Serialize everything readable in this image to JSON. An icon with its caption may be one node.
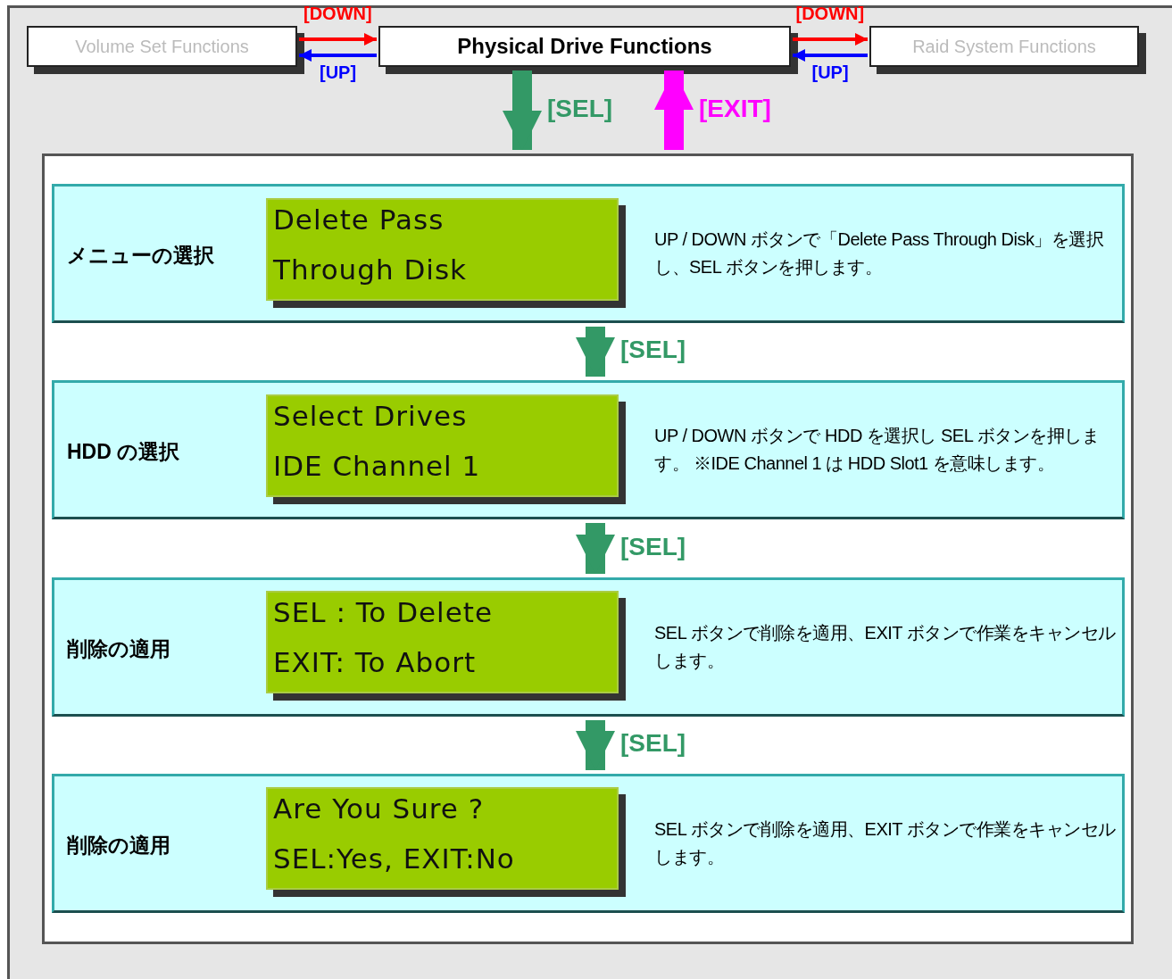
{
  "diagram": {
    "nodes": [
      {
        "text": [
          "Volume Set Functions"
        ]
      },
      {
        "text": [
          "Physical Drive Functions"
        ]
      },
      {
        "text": [
          "Raid System Functions"
        ]
      },
      {
        "text": [],
        "shape": "box"
      },
      {
        "text": [
          "メニューの選択",
          "UP / DOWN ボタンで「Delete Pass Through Disk」を選択し、SEL ボタンを押します。"
        ],
        "in": 3
      },
      {
        "text": [
          "Delete Pass",
          "Through Disk"
        ],
        "in": 4
      },
      {
        "text": [
          "HDD の選択",
          "UP / DOWN ボタンで HDD を選択し SEL ボタンを押します。 ※IDE Channel 1 は HDD Slot1 を意味します。"
        ],
        "in": 3
      },
      {
        "text": [
          "Select Drives",
          "IDE Channel 1"
        ],
        "in": 6
      },
      {
        "text": [
          "削除の適用",
          "SEL ボタンで削除を適用、EXIT ボタンで作業をキャンセルします。"
        ],
        "in": 3
      },
      {
        "text": [
          "SEL : To Delete",
          "EXIT: To Abort"
        ],
        "in": 8
      },
      {
        "text": [
          "削除の適用",
          "SEL ボタンで削除を適用、EXIT ボタンで作業をキャンセルします。"
        ],
        "in": 3
      },
      {
        "text": [
          "Are You Sure ?",
          "SEL:Yes, EXIT:No"
        ],
        "in": 10
      }
    ],
    "edges": [
      {
        "from": 0,
        "to": 1,
        "arrow": "to",
        "label": "[DOWN]",
        "color": "#ff0000"
      },
      {
        "from": 1,
        "to": 0,
        "arrow": "to",
        "label": "[UP]",
        "color": "#0000ff"
      },
      {
        "from": 1,
        "to": 2,
        "arrow": "to",
        "label": "[DOWN]",
        "color": "#ff0000"
      },
      {
        "from": 2,
        "to": 1,
        "arrow": "to",
        "label": "[UP]",
        "color": "#0000ff"
      },
      {
        "from": 1,
        "to": 3,
        "arrow": "to",
        "label": "[SEL]",
        "color": "#339966"
      },
      {
        "from": 3,
        "to": 1,
        "arrow": "to",
        "label": "[EXIT]",
        "color": "#ff00ff"
      },
      {
        "from": 4,
        "to": 6,
        "arrow": "to",
        "label": "[SEL]",
        "color": "#339966"
      },
      {
        "from": 6,
        "to": 8,
        "arrow": "to",
        "label": "[SEL]",
        "color": "#339966"
      },
      {
        "from": 8,
        "to": 10,
        "arrow": "to",
        "label": "[SEL]",
        "color": "#339966"
      }
    ]
  }
}
